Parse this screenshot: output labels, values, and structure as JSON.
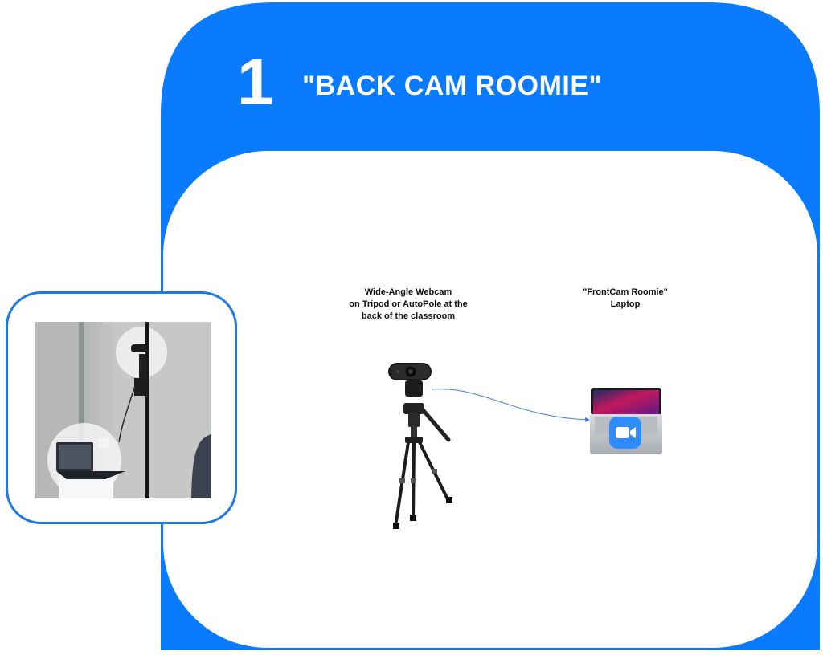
{
  "header": {
    "step_number": "1",
    "title": "\"BACK CAM ROOMIE\""
  },
  "labels": {
    "webcam": "Wide-Angle Webcam\non Tripod or AutoPole at the\nback of the classroom",
    "laptop": "\"FrontCam Roomie\"\nLaptop"
  },
  "colors": {
    "accent": "#0a7bff",
    "frame": "#1f78e6",
    "zoom": "#2d8cff"
  },
  "icons": {
    "webcam": "webcam-icon",
    "tripod": "tripod-icon",
    "laptop": "laptop-icon",
    "video": "video-camera-icon"
  }
}
